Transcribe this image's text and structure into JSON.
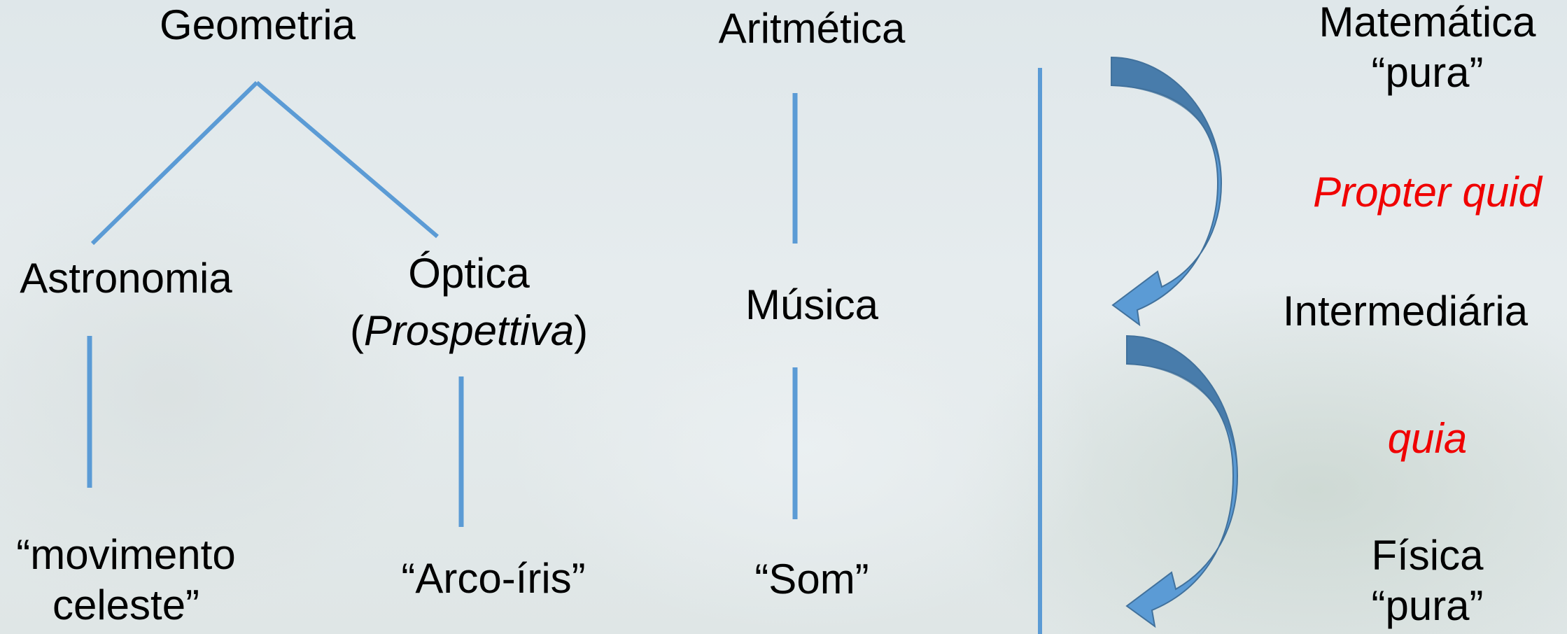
{
  "diagram": {
    "nodes": {
      "geometria": "Geometria",
      "aritmetica": "Aritmética",
      "astronomia": "Astronomia",
      "optica": "Óptica",
      "optica_paren_open": "(",
      "optica_prospettiva": "Prospettiva",
      "optica_paren_close": ")",
      "musica": "Música",
      "movimento_line1": "“movimento",
      "movimento_line2": "celeste”",
      "arco_iris": "“Arco-íris”",
      "som": "“Som”"
    },
    "hierarchy": {
      "matematica_line1": "Matemática",
      "matematica_line2": "“pura”",
      "propter_quid": "Propter quid",
      "intermediaria": "Intermediária",
      "quia": "quia",
      "fisica_line1": "Física",
      "fisica_line2": "“pura”"
    },
    "colors": {
      "line": "#5b9bd5",
      "arrow_fill": "#5b9bd5",
      "arrow_dark": "#41719c",
      "highlight": "#f00000"
    }
  }
}
